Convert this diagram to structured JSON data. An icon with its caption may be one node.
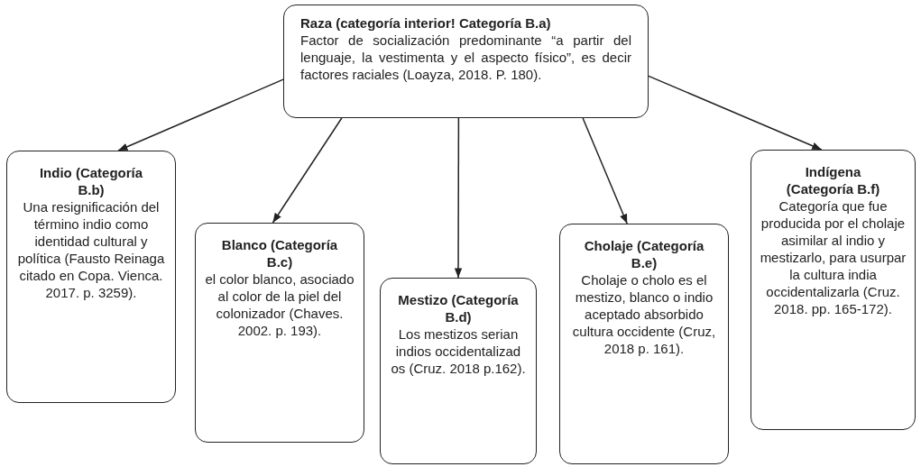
{
  "diagram": {
    "nodes": [
      {
        "text": [
          "Raza (categoría interior! Categoría B.a)",
          "Factor de socialización predominante “a partir del lenguaje, la vestimenta y el aspecto físico”, es decir factores raciales (Loayza, 2018. P. 180)."
        ]
      },
      {
        "text": [
          "Indio (Categoría B.b)",
          "Una resignificación del término indio como identidad cultural y política (Fausto Reinaga citado en Copa. Vienca. 2017. p. 3259)."
        ]
      },
      {
        "text": [
          "Blanco (Categoría B.c)",
          "el color blanco, asociado al color de la piel del colonizador (Chaves. 2002. p. 193)."
        ]
      },
      {
        "text": [
          "Mestizo (Categoría B.d)",
          "Los mestizos serian indios occidentalizad os (Cruz. 2018 p.162)."
        ]
      },
      {
        "text": [
          "Cholaje (Categoría B.e)",
          "Cholaje o cholo es el mestizo, blanco o indio aceptado absorbido cultura occidente (Cruz, 2018 p. 161)."
        ]
      },
      {
        "text": [
          "Indígena (Categoría B.f)",
          "Categoría que fue producida por el cholaje asimilar al indio y mestizarlo, para usurpar la cultura india occidentalizarla (Cruz. 2018. pp. 165-172)."
        ]
      }
    ],
    "edges": [
      {
        "from": 0,
        "to": 1,
        "arrow": "to"
      },
      {
        "from": 0,
        "to": 2,
        "arrow": "to"
      },
      {
        "from": 0,
        "to": 3,
        "arrow": "to"
      },
      {
        "from": 0,
        "to": 4,
        "arrow": "to"
      },
      {
        "from": 0,
        "to": 5,
        "arrow": "to"
      }
    ]
  }
}
